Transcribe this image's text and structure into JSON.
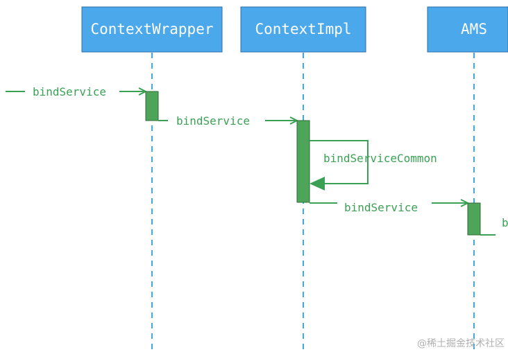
{
  "colors": {
    "box_fill": "#4ba8ea",
    "box_stroke": "#2f6ea8",
    "lifeline": "#3fa9d8",
    "activation_fill": "#4ea55a",
    "activation_stroke": "#2e6b36",
    "message": "#3aa154"
  },
  "participants": [
    {
      "id": "context-wrapper",
      "label": "ContextWrapper"
    },
    {
      "id": "context-impl",
      "label": "ContextImpl"
    },
    {
      "id": "ams",
      "label": "AMS"
    }
  ],
  "messages": [
    {
      "id": "msg1",
      "label": "bindService",
      "from": "outside",
      "to": "context-wrapper"
    },
    {
      "id": "msg2",
      "label": "bindService",
      "from": "context-wrapper",
      "to": "context-impl"
    },
    {
      "id": "msg3",
      "label": "bindServiceCommon",
      "from": "context-impl",
      "to": "context-impl"
    },
    {
      "id": "msg4",
      "label": "bindService",
      "from": "context-impl",
      "to": "ams"
    },
    {
      "id": "msg5",
      "label": "b",
      "from": "ams",
      "to": "outside"
    }
  ],
  "watermark": "@稀土掘金技术社区"
}
